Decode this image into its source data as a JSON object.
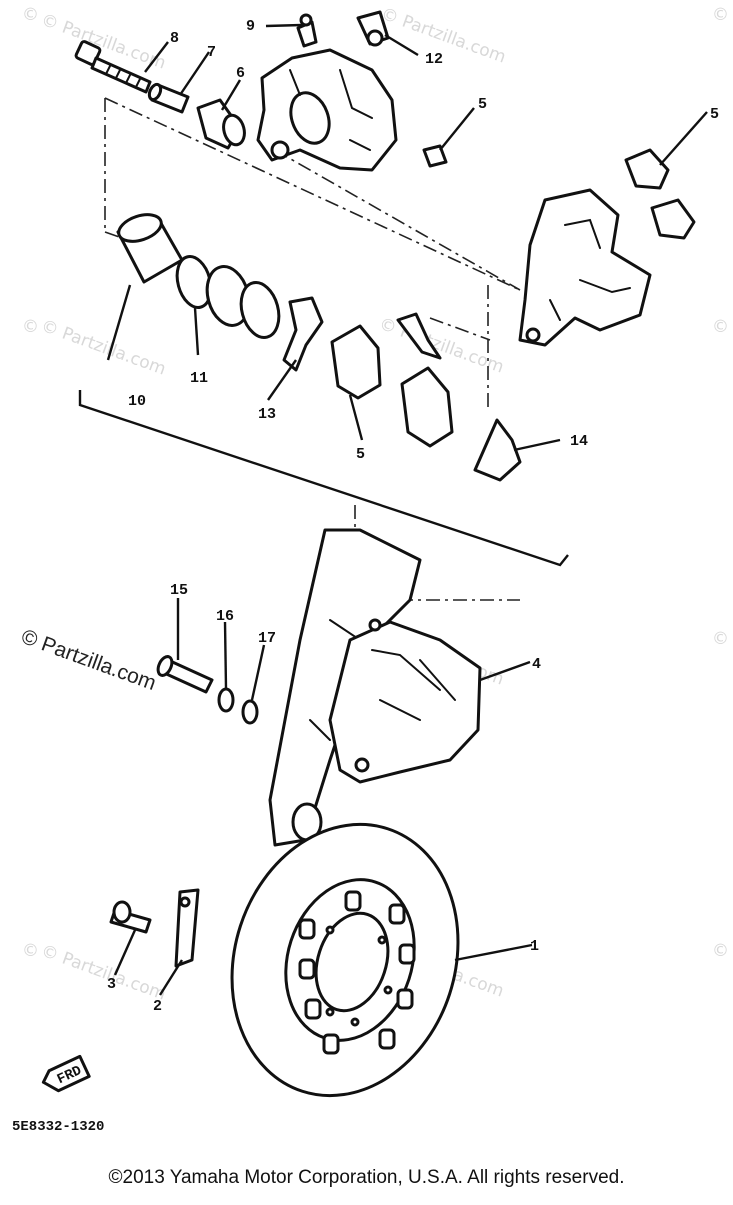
{
  "callouts": {
    "c1": "1",
    "c2": "2",
    "c3": "3",
    "c4": "4",
    "c5a": "5",
    "c5b": "5",
    "c5c": "5",
    "c6": "6",
    "c7": "7",
    "c8": "8",
    "c9": "9",
    "c10": "10",
    "c11": "11",
    "c12": "12",
    "c13": "13",
    "c14": "14",
    "c15": "15",
    "c16": "16",
    "c17": "17"
  },
  "watermark": {
    "text": "© Partzilla.com",
    "mark": "©"
  },
  "fr_badge": "FRD",
  "diagram_code": "5E8332-1320",
  "copyright": "©2013  Yamaha Motor Corporation, U.S.A. All rights reserved."
}
